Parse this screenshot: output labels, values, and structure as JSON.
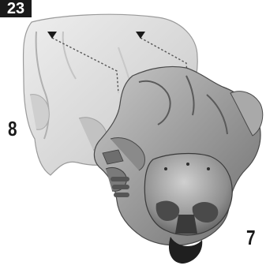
{
  "step": {
    "number": "23"
  },
  "parts": {
    "back_piece_label": "8",
    "front_piece_label": "7"
  },
  "illustration": {
    "style": "grayscale assembly instruction drawing",
    "colors": {
      "background": "#ffffff",
      "ink": "#1a1a1a",
      "light_part": "#d9d9d9",
      "dark_part": "#8c8c8c"
    },
    "icons": [
      "assembly-arrow-icon",
      "assembly-arrow-icon"
    ]
  }
}
